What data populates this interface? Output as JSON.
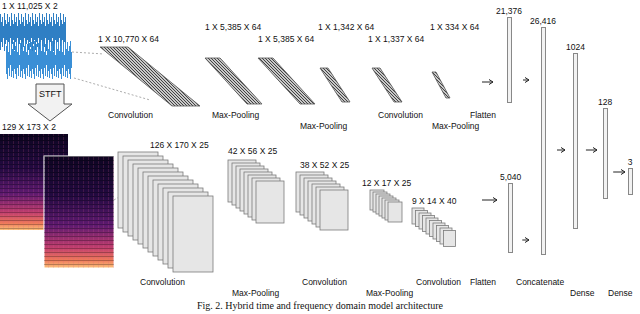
{
  "diagram": {
    "caption": "Fig. 2. Hybrid time and frequency domain model architecture",
    "nodes": [
      {
        "text": [
          "21,376"
        ]
      },
      {
        "text": [
          "5,040"
        ]
      },
      {
        "text": [
          "26,416"
        ]
      },
      {
        "text": [
          "1024"
        ]
      },
      {
        "text": [
          "128"
        ]
      },
      {
        "text": [
          "3"
        ]
      }
    ],
    "edges": [
      {
        "from": 0,
        "to": 2,
        "arrow": "to"
      },
      {
        "from": 1,
        "to": 2,
        "arrow": "to"
      },
      {
        "from": 2,
        "to": 3,
        "arrow": "to"
      },
      {
        "from": 3,
        "to": 4,
        "arrow": "to"
      },
      {
        "from": 4,
        "to": 5,
        "arrow": "to"
      }
    ],
    "labels": [
      "1 X 11,025 X 2",
      "STFT",
      "129 X 173 X 2",
      "1 X 10,770 X 64",
      "1 X 5,385 X 64",
      "1 X 5,385 X 64",
      "1 X 1,342 X 64",
      "1 X 1,337 X 64",
      "1 X 334 X 64",
      "Convolution",
      "Max-Pooling",
      "Max-Pooling",
      "Convolution",
      "Max-Pooling",
      "Flatten",
      "126 X 170 X 25",
      "42 X 56 X 25",
      "38 X 52 X 25",
      "12 X 17 X 25",
      "9 X 14 X 40",
      "Convolution",
      "Max-Pooling",
      "Convolution",
      "Max-Pooling",
      "Convolution",
      "Flatten",
      "Concatenate",
      "Dense",
      "Dense"
    ]
  }
}
